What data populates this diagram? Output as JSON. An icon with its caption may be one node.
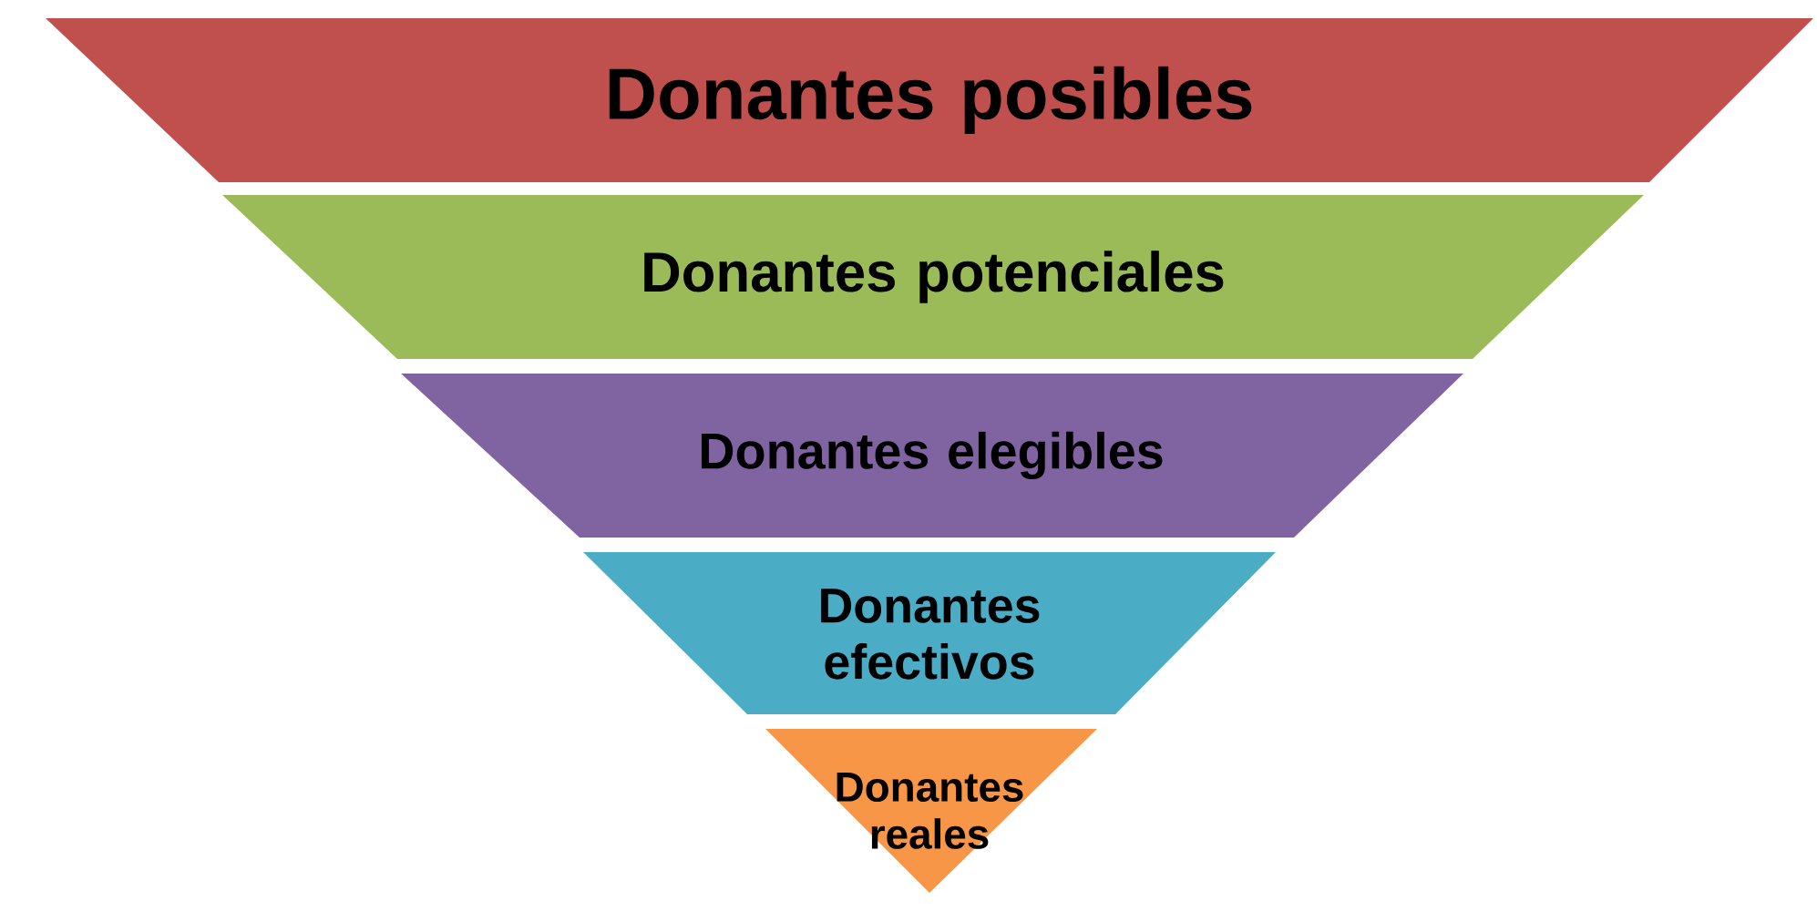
{
  "diagram": {
    "nodes": [
      {
        "text": [
          "Donantes posibles"
        ]
      },
      {
        "text": [
          "Donantes potenciales"
        ]
      },
      {
        "text": [
          "Donantes elegibles"
        ]
      },
      {
        "text": [
          "Donantes efectivos"
        ]
      },
      {
        "text": [
          "Donantes reales"
        ]
      }
    ]
  }
}
